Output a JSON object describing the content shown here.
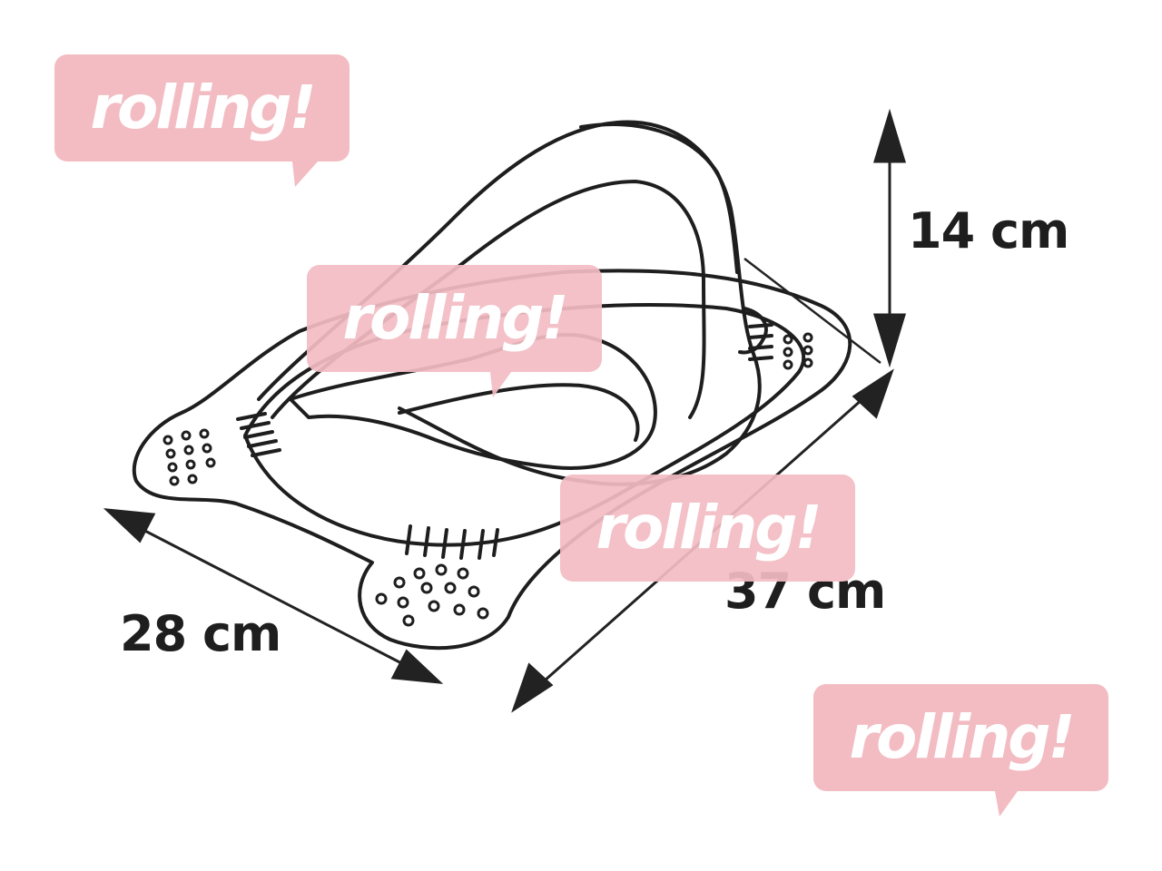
{
  "dimensions": {
    "height": "14 cm",
    "width": "28 cm",
    "depth": "37 cm"
  },
  "watermark": {
    "text": "rolling!",
    "color": "#f2bcc2"
  },
  "line_color": "#1e1e1e",
  "arrow_color": "#222222"
}
